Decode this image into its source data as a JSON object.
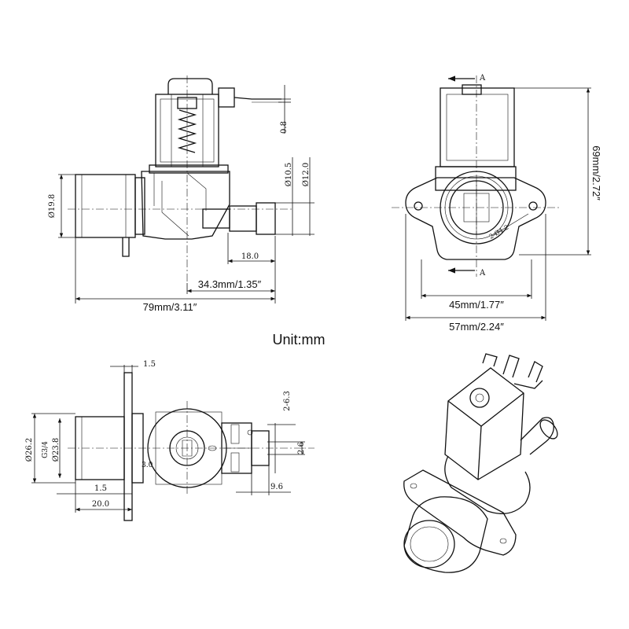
{
  "unit_label": "Unit:mm",
  "side_view": {
    "dim_overall": "79mm/3.11″",
    "dim_outlet_reach": "34.3mm/1.35″",
    "dim_nozzle": "18.0",
    "dim_inlet_dia": "Ø19.8",
    "dim_terminal": "0.8",
    "dim_nozzle_inner": "Ø10.5",
    "dim_nozzle_outer": "Ø12.0"
  },
  "front_view": {
    "dim_height": "69mm/2.72″",
    "dim_body_width": "45mm/1.77″",
    "dim_flange_width": "57mm/2.24″",
    "section_mark_top": "A",
    "section_mark_bottom": "A",
    "dim_hole": "2-Ø4.2"
  },
  "top_view": {
    "dim_plate": "1.5",
    "dim_outer_dia": "Ø26.2",
    "dim_thread": "G3/4",
    "dim_inner_dia": "Ø23.8",
    "dim_lip": "1.5",
    "dim_inlet_len": "20.0",
    "dim_pins": "2-6.3",
    "dim_pin_gap": "2.6",
    "dim_outlet_len": "9.6",
    "dim_center": "3.0"
  }
}
